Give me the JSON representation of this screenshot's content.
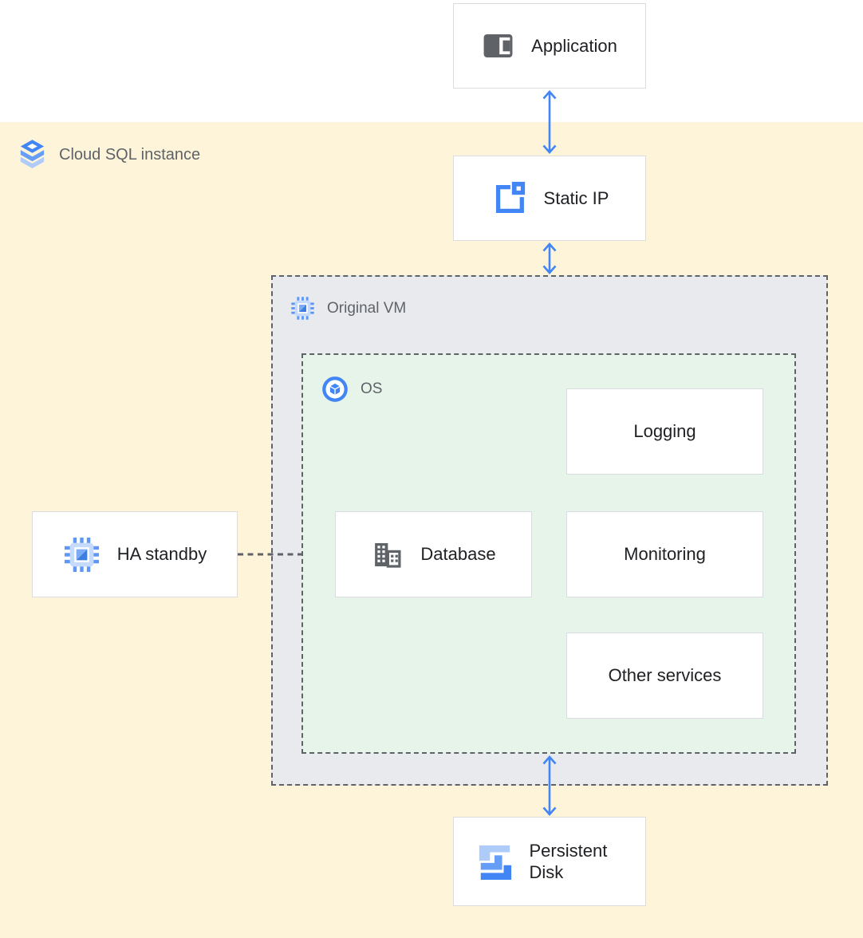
{
  "region_label": {
    "label": "Cloud SQL instance",
    "icon": "cloud-sql-icon"
  },
  "containers": {
    "vm": {
      "label": "Original VM",
      "icon": "compute-engine-icon",
      "bg": "#e9eaed"
    },
    "os": {
      "label": "OS",
      "icon": "os-icon",
      "bg": "#e6f4ea"
    }
  },
  "nodes": {
    "application": {
      "label": "Application",
      "icon": "application-icon"
    },
    "static_ip": {
      "label": "Static IP",
      "icon": "static-ip-icon"
    },
    "ha_standby": {
      "label": "HA standby",
      "icon": "compute-engine-icon"
    },
    "database": {
      "label": "Database",
      "icon": "database-icon"
    },
    "logging": {
      "label": "Logging"
    },
    "monitoring": {
      "label": "Monitoring"
    },
    "other_services": {
      "label": "Other services"
    },
    "persistent_disk": {
      "label": "Persistent Disk",
      "icon": "persistent-disk-icon"
    }
  },
  "connections": [
    {
      "from": "application",
      "to": "static_ip",
      "style": "double-arrow"
    },
    {
      "from": "static_ip",
      "to": "vm",
      "style": "double-arrow"
    },
    {
      "from": "os",
      "to": "persistent_disk",
      "style": "double-arrow"
    },
    {
      "from": "ha_standby",
      "to": "os",
      "style": "dashed-line"
    }
  ],
  "colors": {
    "region_bg": "#fdf4da",
    "vm_bg": "#e9eaed",
    "os_bg": "#e6f4ea",
    "arrow": "#4285f4",
    "dash_border": "#5f6368",
    "node_border": "#dadce0",
    "label_text": "#5f6368",
    "node_text": "#202124"
  }
}
